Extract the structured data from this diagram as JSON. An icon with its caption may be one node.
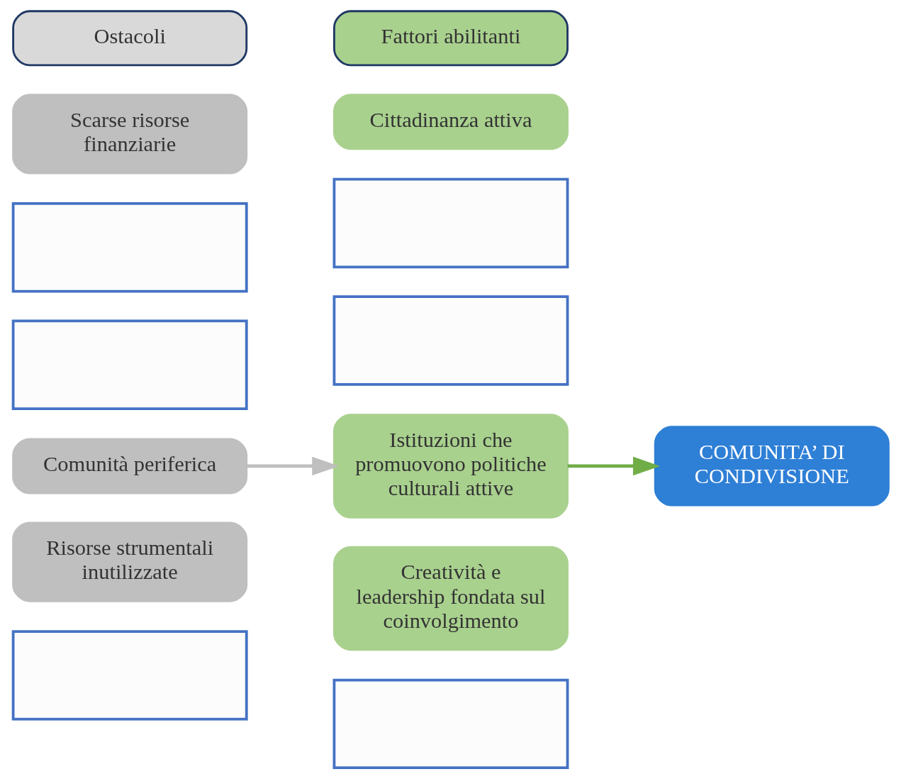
{
  "diagram": {
    "nodes": [
      {
        "text": [
          "Ostacoli"
        ]
      },
      {
        "text": [
          "Fattori abilitanti"
        ]
      },
      {
        "text": [
          "Scarse risorse finanziarie"
        ]
      },
      {
        "text": [],
        "shape": "box"
      },
      {
        "text": [
          "Cittadinanza attiva"
        ]
      },
      {
        "text": [],
        "shape": "box"
      },
      {
        "text": [
          "Comunità periferica"
        ]
      },
      {
        "text": [],
        "shape": "box"
      },
      {
        "text": [
          "Istituzioni che promuovono politiche culturali attive"
        ]
      },
      {
        "text": [],
        "shape": "box"
      },
      {
        "text": [
          "COMUNITA’ DI CONDIVISIONE"
        ]
      },
      {
        "text": [
          "Risorse strumentali inutilizzate"
        ]
      },
      {
        "text": [],
        "shape": "box"
      },
      {
        "text": [
          "Creatività e leadership fondata sul coinvolgimento"
        ]
      },
      {
        "text": [],
        "shape": "box"
      }
    ],
    "edges": [
      {
        "from": 6,
        "to": 8,
        "arrow": "to",
        "color": "#bfbfbf"
      },
      {
        "from": 8,
        "to": 10,
        "arrow": "to",
        "color": "#70ad47"
      }
    ]
  }
}
